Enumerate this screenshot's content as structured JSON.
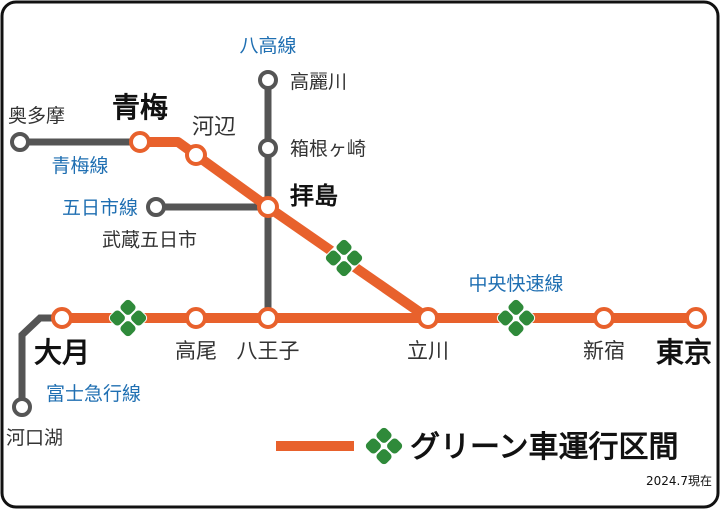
{
  "colors": {
    "orange": "#e8612c",
    "gray": "#555555",
    "blue_text": "#1f6fb2",
    "green_car": "#2f8a3a"
  },
  "lines": {
    "hachiko": "八高線",
    "ome": "青梅線",
    "itsukaichi": "五日市線",
    "chuo_rapid": "中央快速線",
    "fujikyu": "富士急行線"
  },
  "stations": {
    "okutama": "奥多摩",
    "ome": "青梅",
    "kabe": "河辺",
    "komagawa": "高麗川",
    "hakonegasaki": "箱根ヶ崎",
    "haijima": "拝島",
    "musashi_itsukaichi": "武蔵五日市",
    "otsuki": "大月",
    "takao": "高尾",
    "hachioji": "八王子",
    "tachikawa": "立川",
    "shinjuku": "新宿",
    "tokyo": "東京",
    "kawaguchiko": "河口湖"
  },
  "legend": {
    "label": "グリーン車運行区間",
    "icon": "clover-green-car-icon"
  },
  "as_of": "2024.7現在"
}
